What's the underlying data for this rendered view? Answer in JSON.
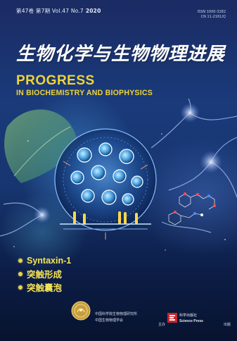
{
  "header": {
    "issue": "第47卷 第7期 Vol.47 No.7",
    "year": "2020",
    "issn_line1": "ISSN 1000-3282",
    "issn_line2": "CN 11-2161/Q"
  },
  "title": {
    "chinese": "生物化学与生物物理进展",
    "english_line1": "PROGRESS",
    "english_line2": "IN BIOCHEMISTRY AND BIOPHYSICS"
  },
  "topics": [
    {
      "label": "Syntaxin-1"
    },
    {
      "label": "突触形成"
    },
    {
      "label": "突触囊泡"
    }
  ],
  "footer": {
    "sponsor_line1": "中国科学院生物物理研究所",
    "sponsor_line2": "中国生物物理学会",
    "sponsor_role": "主办",
    "publisher_cn": "科学出版社",
    "publisher_en": "Science Press",
    "publisher_role": "出版"
  },
  "colors": {
    "title_yellow": "#f0d437",
    "topic_yellow": "#f5e356",
    "background": "#17356f"
  }
}
